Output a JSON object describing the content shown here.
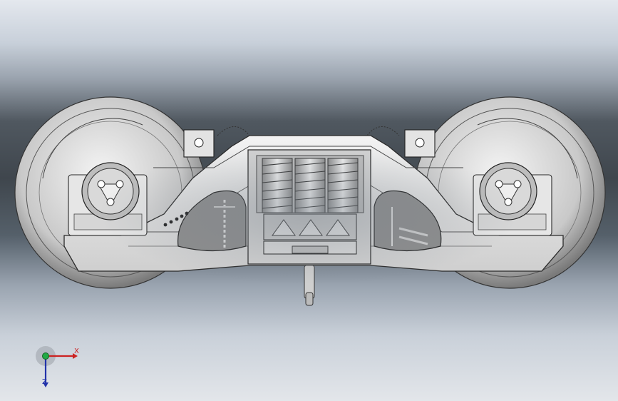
{
  "viewport": {
    "model": "railway-bogie-side-view",
    "background_colors": [
      "#e4e8ee",
      "#3f464d",
      "#e3e6ea"
    ]
  },
  "triad": {
    "x_label": "X",
    "z_label": "Z",
    "x_color": "#cc2222",
    "y_color": "#22aa44",
    "z_color": "#2233aa"
  }
}
